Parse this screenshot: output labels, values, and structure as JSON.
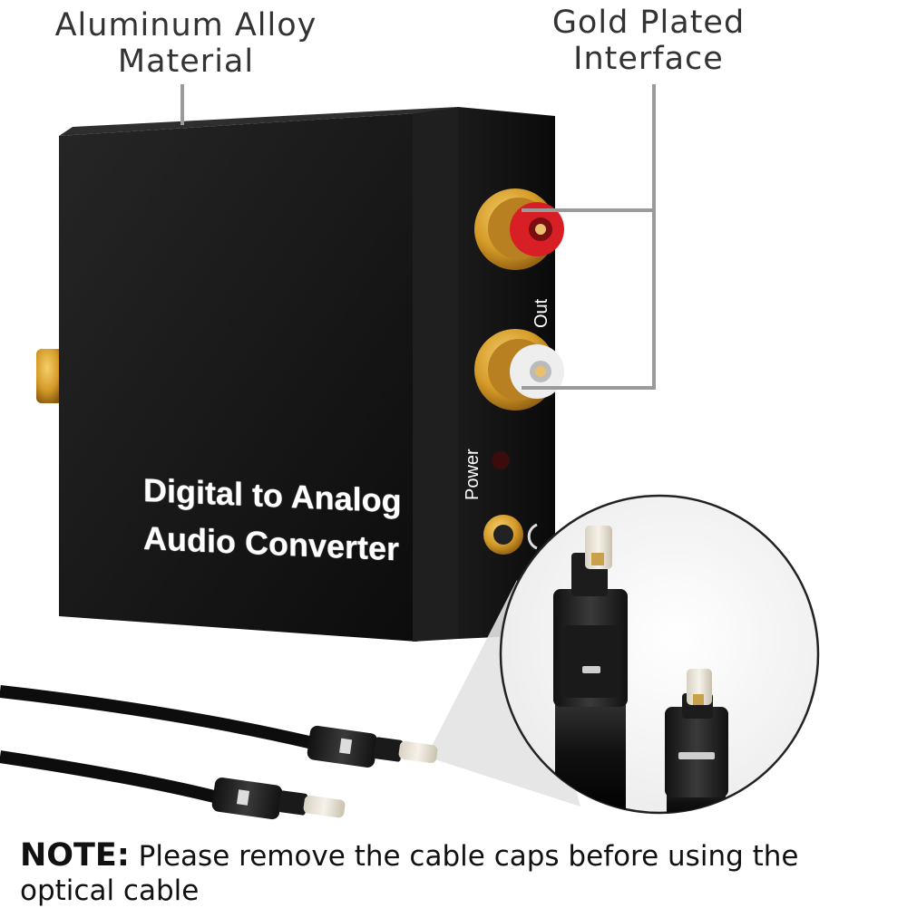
{
  "callouts": {
    "left_line1": "Aluminum Alloy",
    "left_line2": "Material",
    "right_line1": "Gold Plated",
    "right_line2": "Interface"
  },
  "device": {
    "front_line1": "Digital to Analog",
    "front_line2": "Audio Converter",
    "side_power": "Power",
    "side_out": "Out"
  },
  "note": {
    "label": "NOTE:",
    "text": " Please remove the cable caps before using the optical cable"
  },
  "colors": {
    "body": "#141414",
    "gold": "#d9a02e",
    "red_connector": "#d81f26",
    "white_connector": "#eeeeee",
    "led": "#3a0c0c"
  }
}
